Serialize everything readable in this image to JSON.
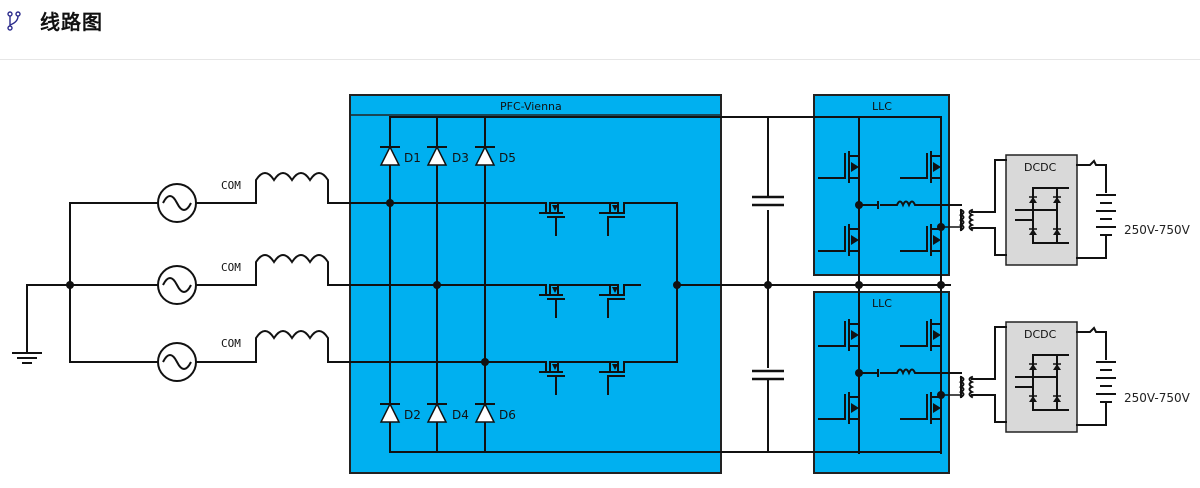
{
  "header": {
    "title": "线路图",
    "icon": "branch-icon"
  },
  "diagram": {
    "colors": {
      "block_fill": "#00b0f0",
      "dcdc_fill": "#d9d9d9",
      "wire": "#111111"
    },
    "sources": [
      {
        "label": "COM",
        "icon": "ac-source-icon"
      },
      {
        "label": "COM",
        "icon": "ac-source-icon"
      },
      {
        "label": "COM",
        "icon": "ac-source-icon"
      }
    ],
    "pfc_block": {
      "title": "PFC-Vienna",
      "diodes_top": [
        "D1",
        "D3",
        "D5"
      ],
      "diodes_bottom": [
        "D2",
        "D4",
        "D6"
      ]
    },
    "llc_blocks": [
      {
        "title": "LLC"
      },
      {
        "title": "LLC"
      }
    ],
    "dcdc_blocks": [
      {
        "title": "DCDC",
        "output": "250V-750V"
      },
      {
        "title": "DCDC",
        "output": "250V-750V"
      }
    ],
    "ground": "ground-icon"
  }
}
